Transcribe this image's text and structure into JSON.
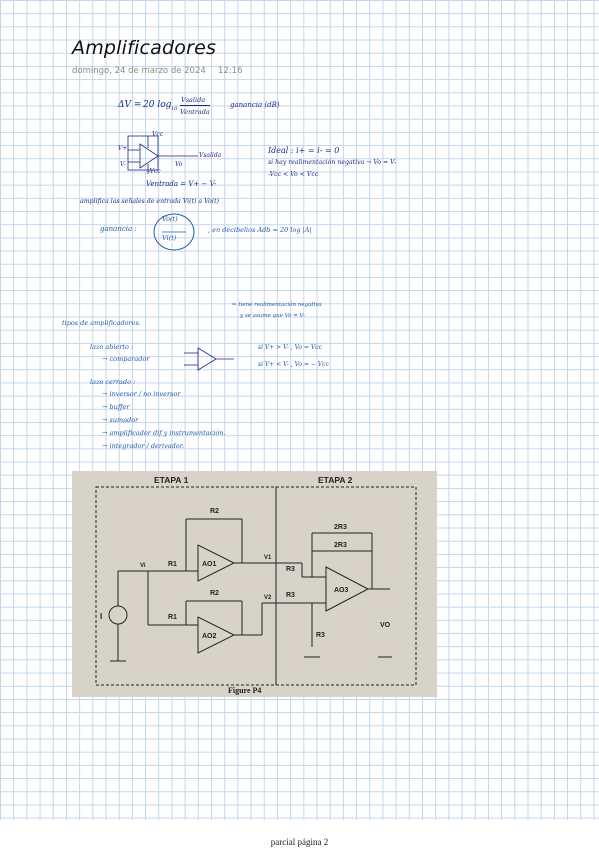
{
  "page": {
    "title": "Amplificadores",
    "date": "domingo, 24 de marzo de 2024",
    "time": "12:16",
    "footer": "parcial página 2"
  },
  "notes": {
    "gain_formula_lhs": "ΔV =",
    "gain_formula_coef": "20 log",
    "gain_formula_sub": "10",
    "gain_formula_num": "Vsalida",
    "gain_formula_den": "Ventrada",
    "gain_formula_label": "ganancia (dB)",
    "opamp_vcc": "Vcc",
    "opamp_minus_vcc": "-Vcc",
    "opamp_vplus": "V+",
    "opamp_vminus": "V-",
    "opamp_vo": "Vo",
    "opamp_vsalida": "Vsalida",
    "ventrada_eq": "Ventrada = V+ − V-",
    "ideal_line": "Ideal : i+ = i- = 0",
    "feedback_line": "si hay realimentación negativa → Vo = V-",
    "range_line": "-Vcc < Vo < Vcc",
    "amplifies_line": "amplifica las señales de entrada Vi(t) a Vo(t)",
    "gain_label": "ganancia :",
    "gain_num": "Vo(t)",
    "gain_den": "Vi(t)",
    "decibel_line": ", en decibelios    Adb = 20 log |A|",
    "types_title": "tipos de amplificadores.",
    "types_note_1": "⇒ tiene realimentación negativa",
    "types_note_2": "y se asume que Vo = V-",
    "open_loop": "lazo abierto :",
    "comparator": "→ comparador",
    "comp_cond_1": "si  V+ > V- , Vo = Vcc",
    "comp_cond_2": "si  V+ < V- , Vo = − Vcc",
    "closed_loop": "lazo cerrado :",
    "closed_items": [
      "→ inversor / no inversor",
      "→ buffer",
      "→ sumador",
      "→ amplificador dif y instrumentación.",
      "→ integrador / derivador."
    ]
  },
  "figure": {
    "stage1": "ETAPA 1",
    "stage2": "ETAPA 2",
    "caption": "Figure P4",
    "source": "I",
    "node_vi": "Vi",
    "r1": "R1",
    "r2": "R2",
    "r1b": "R1",
    "r2b": "R2",
    "ao1": "AO1",
    "ao2": "AO2",
    "ao3": "AO3",
    "v1": "V1",
    "v2": "V2",
    "r3a": "R3",
    "r3b": "R3",
    "r3c": "R3",
    "r2r": "2R3",
    "r2r_b": "2R3",
    "vo": "VO"
  }
}
